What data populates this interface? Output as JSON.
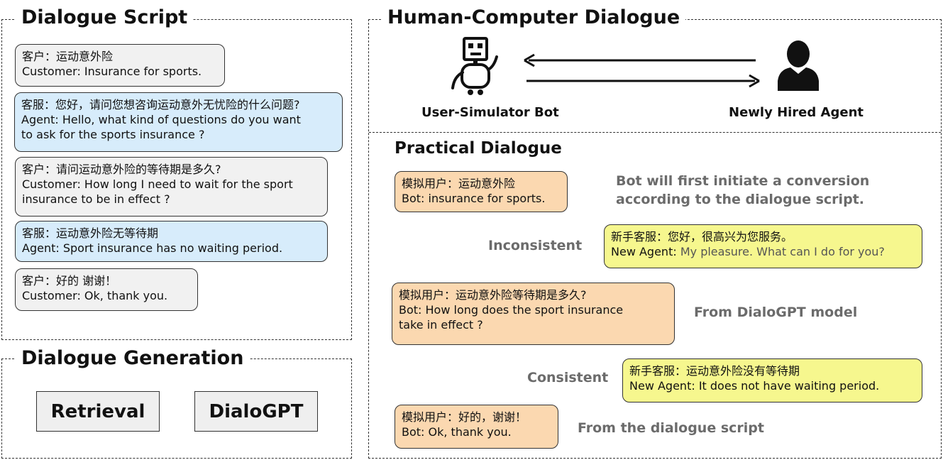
{
  "dialogue_script": {
    "title": "Dialogue Script",
    "turns": [
      {
        "zh": "客户：运动意外险",
        "en": "Customer: Insurance for sports."
      },
      {
        "zh": "客服：您好，请问您想咨询运动意外无忧险的什么问题?",
        "en1": "Agent:  Hello,  what kind of questions do you want",
        "en2": "to ask for the sports insurance ?"
      },
      {
        "zh": "客户：请问运动意外险的等待期是多久?",
        "en1": "Customer: How long I need to wait for the sport",
        "en2": "insurance to be in effect ?"
      },
      {
        "zh": "客服：运动意外险无等待期",
        "en": "Agent:   Sport insurance has no waiting period."
      },
      {
        "zh": "客户：好的 谢谢！",
        "en": "Customer: Ok,  thank you."
      }
    ]
  },
  "dialogue_generation": {
    "title": "Dialogue Generation",
    "buttons": [
      "Retrieval",
      "DialoGPT"
    ]
  },
  "human_computer": {
    "title": "Human-Computer Dialogue",
    "bot_label": "User-Simulator Bot",
    "agent_label": "Newly Hired Agent"
  },
  "practical": {
    "title": "Practical Dialogue",
    "b1": {
      "zh": "模拟用户：运动意外险",
      "en": "Bot: insurance for sports."
    },
    "note1": [
      "Bot will first initiate a conversion",
      "according to the dialogue script."
    ],
    "inconsistent": "Inconsistent",
    "a1": {
      "zh": "新手客服：您好，很高兴为您服务。",
      "en_prefix": "New Agent: ",
      "en_rest": "My pleasure. What can I do for you?"
    },
    "b2": {
      "zh": "模拟用户：运动意外险等待期是多久?",
      "en1": "Bot: How long does the sport insurance",
      "en2": "take in effect ?"
    },
    "note2": "From DialoGPT model",
    "consistent": "Consistent",
    "a2": {
      "zh": "新手客服：运动意外险没有等待期",
      "en": "New Agent: It does not have waiting period."
    },
    "b3": {
      "zh": "模拟用户：好的，谢谢！",
      "en": "Bot: Ok,  thank you."
    },
    "note3": "From the dialogue script"
  },
  "colors": {
    "grey_bubble": "#f1f1f1",
    "blue_bubble": "#d7ecfb",
    "orange_bubble": "#fbd8b0",
    "yellow_bubble": "#f6f78e"
  },
  "icons": [
    "robot-icon",
    "person-icon",
    "arrow-left-icon",
    "arrow-right-icon"
  ]
}
